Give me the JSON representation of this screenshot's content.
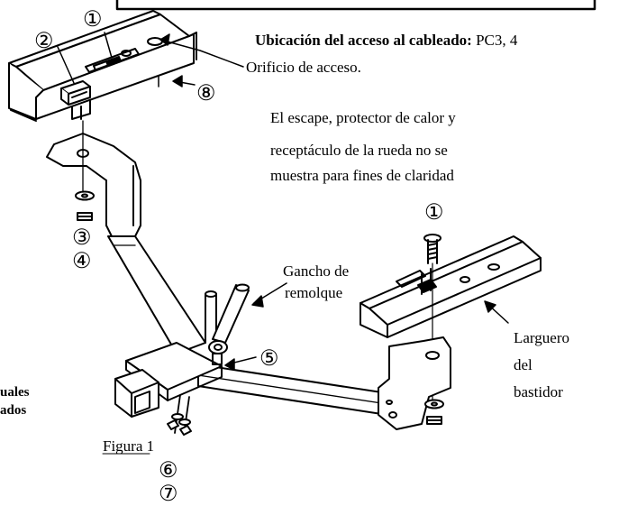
{
  "header": {
    "wiring_access_label": "Ubicación del acceso al cableado:",
    "wiring_access_value": " PC3, 4"
  },
  "labels": {
    "access_hole": "Orificio de acceso.",
    "note_line1": "El escape, protector de calor y",
    "note_line2": "receptáculo de la rueda no se",
    "note_line3": "muestra para fines de claridad",
    "tow_hook_line1": "Gancho de",
    "tow_hook_line2": "remolque",
    "frame_rail_line1": "Larguero",
    "frame_rail_line2": "del",
    "frame_rail_line3": "bastidor",
    "cut_text_line1": "uales",
    "cut_text_line2": "ados",
    "figure_caption": "Figura 1"
  },
  "callouts": {
    "c1_top": "①",
    "c2": "②",
    "c8": "⑧",
    "c1_right": "①",
    "c3": "③",
    "c4": "④",
    "c5": "⑤",
    "c6": "⑥",
    "c7": "⑦"
  }
}
